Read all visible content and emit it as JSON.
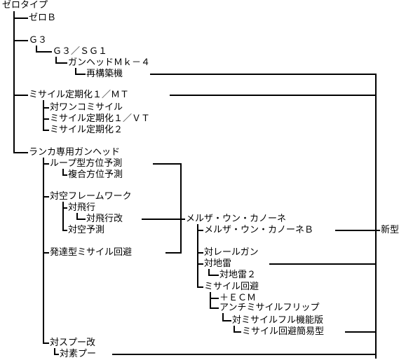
{
  "tree": {
    "root": "ゼロタイプ",
    "zero_b": "ゼロＢ",
    "g3": "Ｇ３",
    "g3_sg1": "Ｇ３／ＳＧ１",
    "gunhead_mk4": "ガンヘッドＭｋ－４",
    "rekouchiku": "再構築機",
    "missile_teiki_mt": "ミサイル定期化１／ＭＴ",
    "tai_wankomi": "対ワンコミサイル",
    "missile_teiki_vt": "ミサイル定期化１／ＶＴ",
    "missile_teiki_2": "ミサイル定期化２",
    "lanka_gunhead": "ランカ専用ガンヘッド",
    "loop_houi": "ループ型方位予測",
    "fukugou_houi": "複合方位予測",
    "taikuu_frame": "対空フレームワーク",
    "taihikou": "対飛行",
    "taihikou_kai": "対飛行改",
    "taikuu_yosoku": "対空予測",
    "hattatsu_missile": "発達型ミサイル回避",
    "melza": "メルザ・ウン・カノーネ",
    "melza_b": "メルザ・ウン・カノーネＢ",
    "shingata": "新型",
    "tai_rail": "対レールガン",
    "tai_jirai": "対地雷",
    "tai_jirai_2": "対地雷２",
    "missile_kaihi": "ミサイル回避",
    "ecm": "＋ＥＣＭ",
    "anti_missile_flip": "アンチミサイルフリップ",
    "tai_missile_full": "対ミサイルフル機能版",
    "missile_kaihi_kan": "ミサイル回避簡易型",
    "tai_spoo_kai": "対スプー改",
    "tai_sopu": "対素プー"
  }
}
